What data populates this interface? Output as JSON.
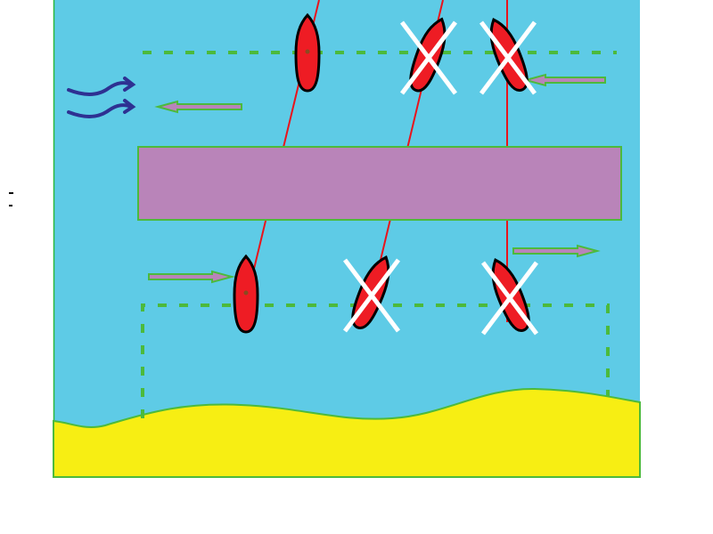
{
  "colors": {
    "water": "#5ecbe6",
    "shore": "#f7ee13",
    "outline_green": "#4cba3c",
    "obstacle": "#b984b9",
    "boat": "#ee1c24",
    "track": "#e8141c",
    "cross": "#ffffff",
    "wind": "#2e3192",
    "arrow": "#b984b9"
  },
  "boats": [
    {
      "row": "upper",
      "lane": 1,
      "crossed": false
    },
    {
      "row": "upper",
      "lane": 2,
      "crossed": true
    },
    {
      "row": "upper",
      "lane": 3,
      "crossed": true
    },
    {
      "row": "lower",
      "lane": 1,
      "crossed": false
    },
    {
      "row": "lower",
      "lane": 2,
      "crossed": true
    },
    {
      "row": "lower",
      "lane": 3,
      "crossed": true
    }
  ],
  "arrows": [
    {
      "name": "current-arrow-upper-left",
      "direction": "left"
    },
    {
      "name": "current-arrow-upper-right",
      "direction": "left"
    },
    {
      "name": "current-arrow-lower-left",
      "direction": "right"
    },
    {
      "name": "current-arrow-lower-right",
      "direction": "right"
    }
  ]
}
